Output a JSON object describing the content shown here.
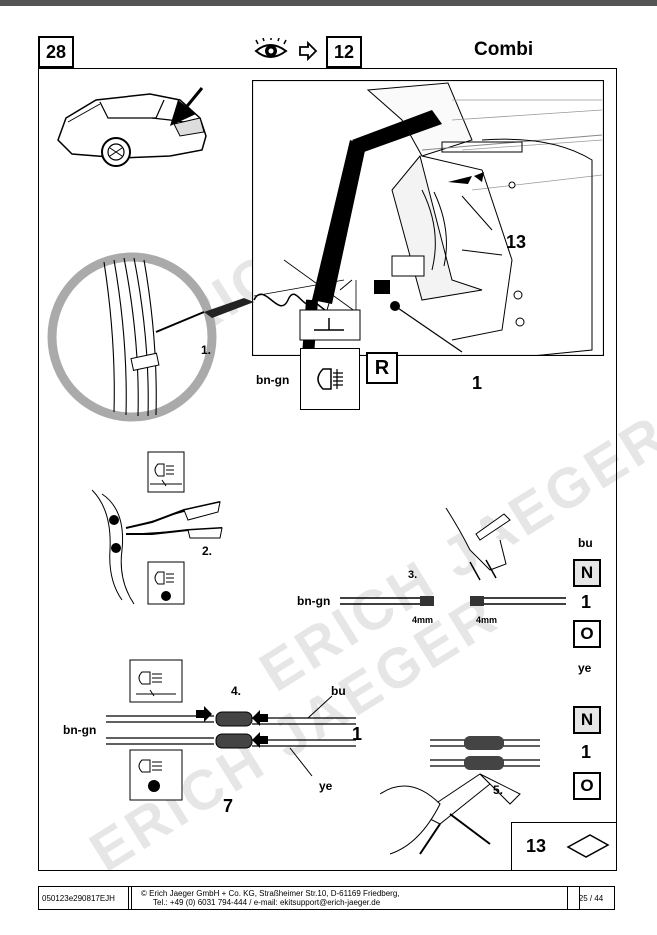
{
  "header": {
    "page_step": "28",
    "next_step": "12",
    "vehicle_type": "Combi"
  },
  "labels": {
    "wire_bn_gn": "bn-gn",
    "box_r": "R",
    "item_13": "13",
    "item_1": "1",
    "step_1": "1.",
    "step_2": "2.",
    "step_3": "3.",
    "step_4": "4.",
    "step_5": "5.",
    "wire_bu": "bu",
    "wire_ye": "ye",
    "strip_length_left": "4mm",
    "strip_length_right": "4mm",
    "box_n": "N",
    "box_o": "O",
    "item_7": "7"
  },
  "legend_box": {
    "number": "13"
  },
  "watermark": {
    "text": "ERICH JAEGER"
  },
  "footer": {
    "doc_code": "050123e290817EJH",
    "company_line": "© Erich Jaeger GmbH + Co. KG, Straßheimer Str.10, D-61169 Friedberg,",
    "contact_line": "Tel.: +49 (0) 6031 794-444 / e-mail: ekitsupport@erich-jaeger.de",
    "page_number": "25 / 44"
  }
}
